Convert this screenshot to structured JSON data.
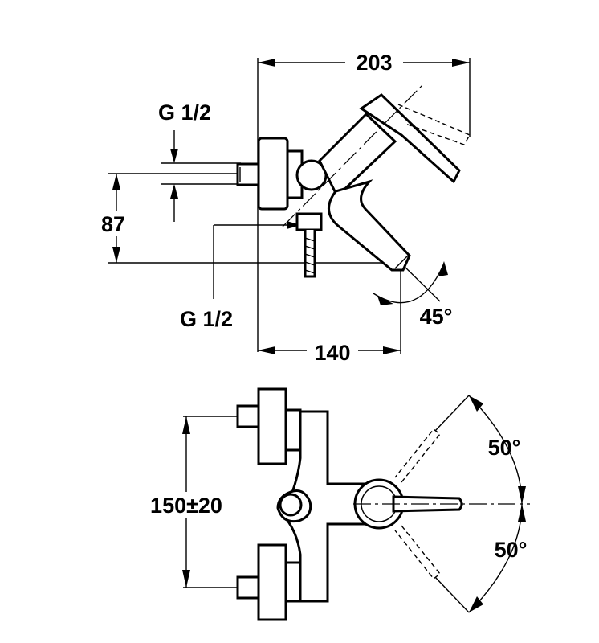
{
  "side_view": {
    "overall_length": "203",
    "spout_projection": "140",
    "spout_height": "87",
    "inlet_thread": "G 1/2",
    "outlet_thread": "G 1/2",
    "spout_swivel_angle": "45°"
  },
  "top_view": {
    "inlet_spacing": "150±20",
    "lever_angle_up": "50°",
    "lever_angle_down": "50°"
  }
}
